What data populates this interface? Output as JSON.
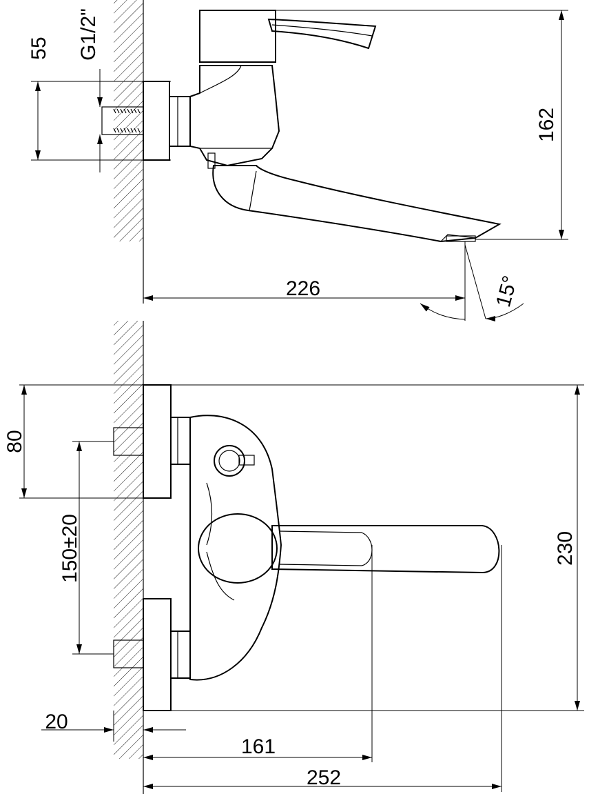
{
  "title": "Wall-mounted mixer faucet dimension drawing",
  "side_view": {
    "dim_flange_height": "55",
    "dim_thread": "G1/2\"",
    "dim_height": "162",
    "dim_reach": "226",
    "dim_angle": "15°"
  },
  "top_view": {
    "dim_flange_width": "80",
    "dim_center_distance": "150±20",
    "dim_total_width": "230",
    "dim_wall_offset": "20",
    "dim_handle_reach": "161",
    "dim_spout_reach": "252"
  },
  "colors": {
    "line": "#000000",
    "background": "#ffffff"
  }
}
